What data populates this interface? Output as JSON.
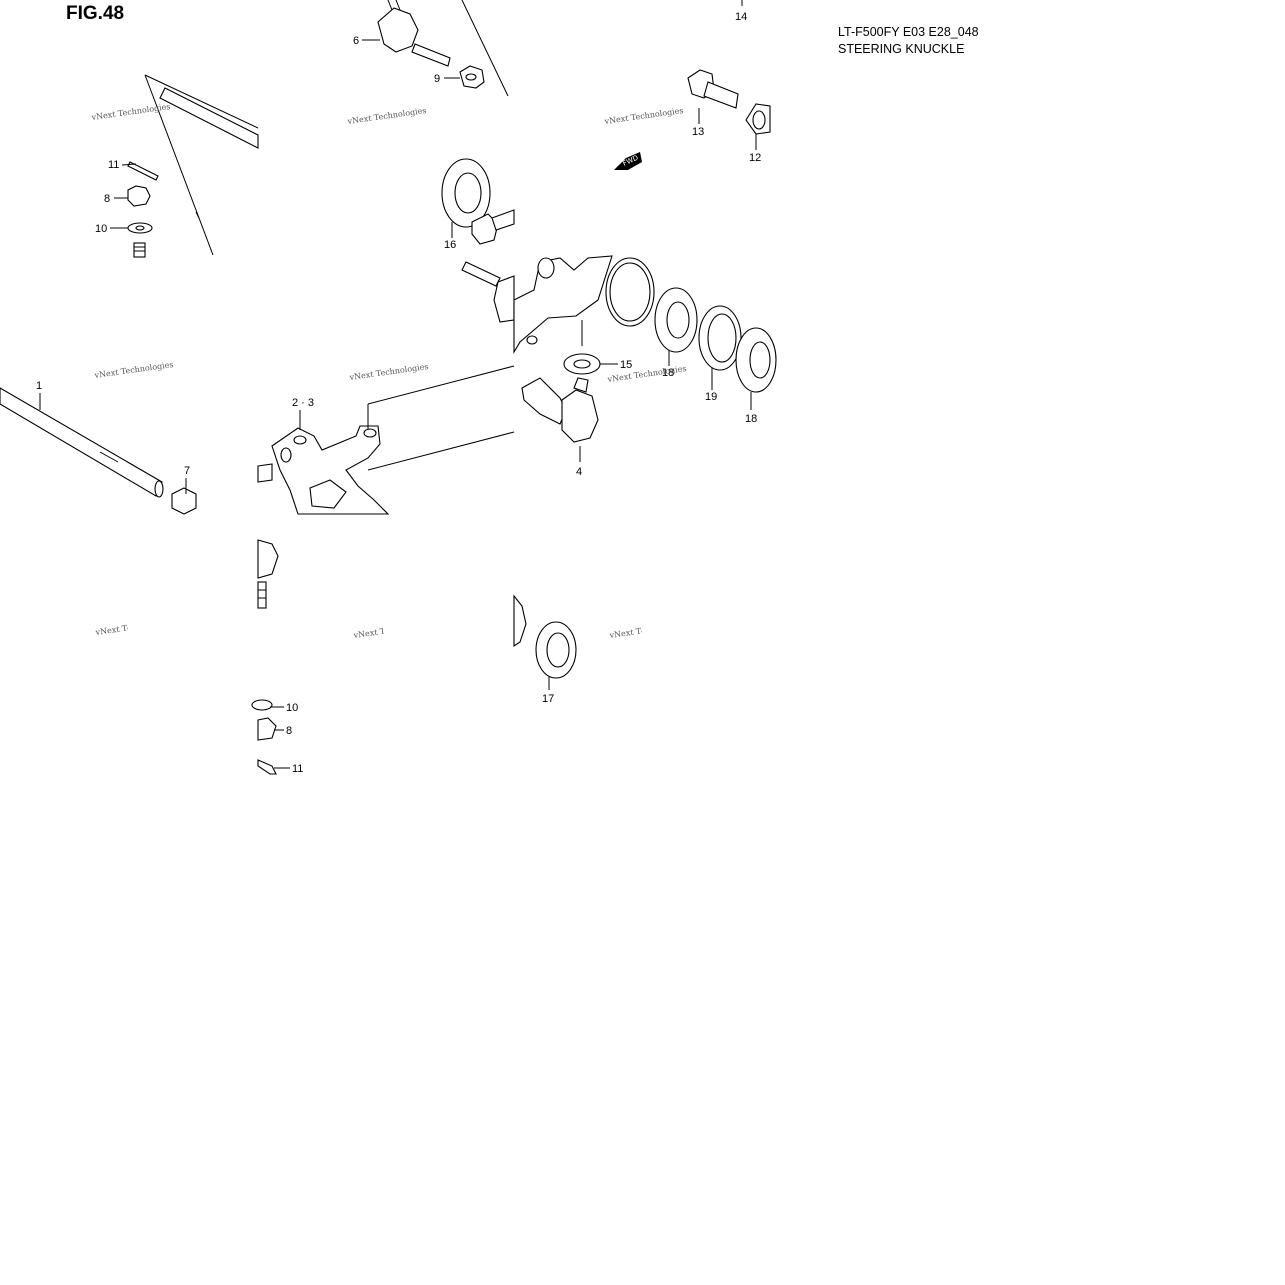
{
  "figure_title": "FIG.48",
  "model_code": "LT-F500FY E03 E28_048",
  "section_title": "STEERING KNUCKLE",
  "watermark_text": "vNext Technologies",
  "fwd_label": "FWD",
  "callouts": {
    "c1": "1",
    "c23": "2 · 3",
    "c4": "4",
    "c6": "6",
    "c7": "7",
    "c8a": "8",
    "c8b": "8",
    "c9": "9",
    "c10a": "10",
    "c10b": "10",
    "c11a": "11",
    "c11b": "11",
    "c12": "12",
    "c13": "13",
    "c14": "14",
    "c15": "15",
    "c16": "16",
    "c17": "17",
    "c18a": "18",
    "c18b": "18",
    "c19": "19"
  }
}
